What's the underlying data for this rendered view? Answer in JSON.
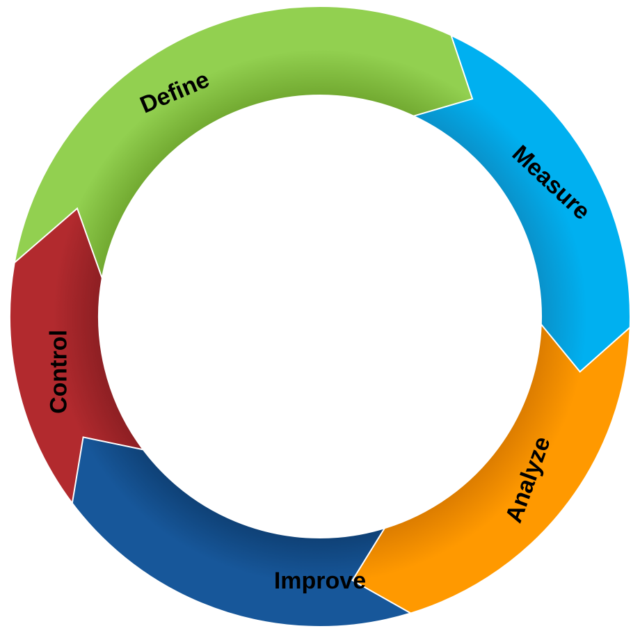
{
  "diagram": {
    "segments": [
      {
        "label": "Define",
        "color": "#92D050",
        "shade": "#6FA62E"
      },
      {
        "label": "Measure",
        "color": "#00B0F0",
        "shade": "#0A8FC7"
      },
      {
        "label": "Analyze",
        "color": "#FF9900",
        "shade": "#D97A00"
      },
      {
        "label": "Improve",
        "color": "#17579A",
        "shade": "#0E3F73"
      },
      {
        "label": "Control",
        "color": "#B22A2E",
        "shade": "#8A1E22"
      }
    ]
  }
}
